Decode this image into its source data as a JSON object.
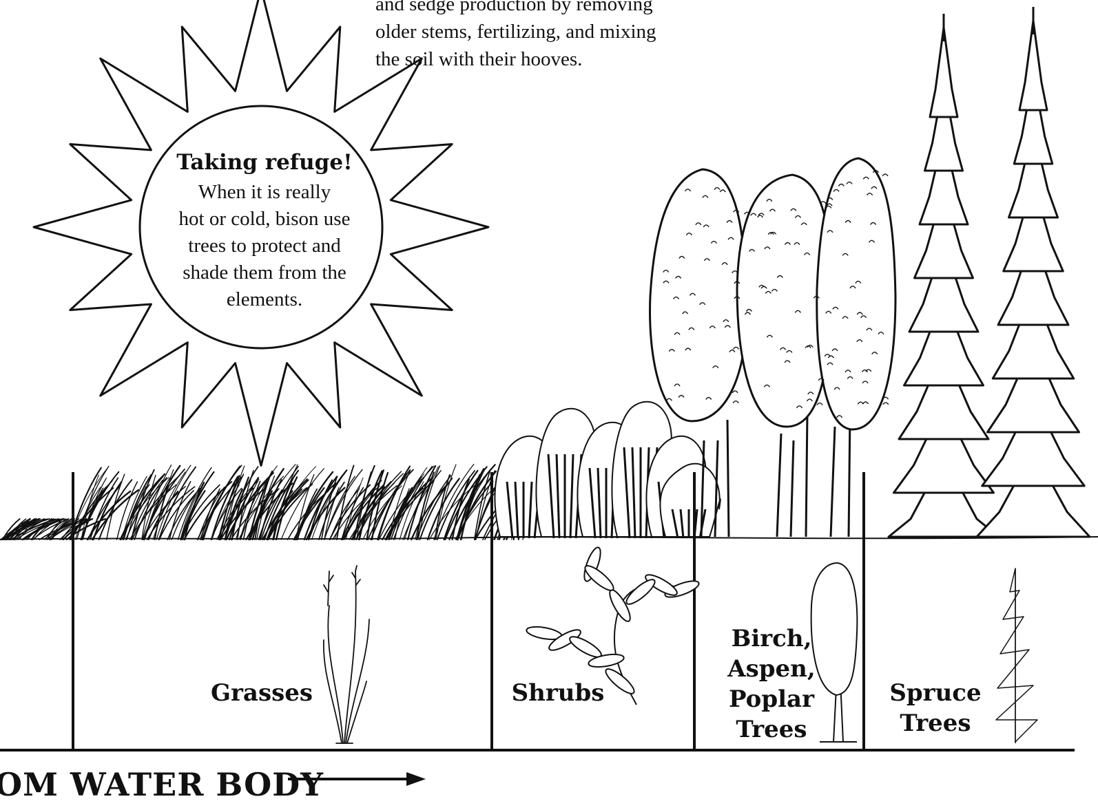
{
  "intro_text": {
    "lines": [
      "and sedge production by removing",
      "older stems, fertilizing, and mixing",
      "the soil with their hooves."
    ]
  },
  "sun_callout": {
    "heading": "Taking refuge!",
    "body_lines": [
      "When it is really",
      "hot or cold, bison use",
      "trees to protect and",
      "shade them from the",
      "elements."
    ]
  },
  "zones": [
    {
      "id": "grasses",
      "label_lines": [
        "Grasses"
      ],
      "icon": "grass-stalk-icon"
    },
    {
      "id": "shrubs",
      "label_lines": [
        "Shrubs"
      ],
      "icon": "willow-branch-icon"
    },
    {
      "id": "deciduous",
      "label_lines": [
        "Birch,",
        "Aspen,",
        "Poplar",
        "Trees"
      ],
      "icon": "deciduous-tree-icon"
    },
    {
      "id": "spruce",
      "label_lines": [
        "Spruce",
        "Trees"
      ],
      "icon": "spruce-tree-icon"
    }
  ],
  "axis": {
    "label": "OM WATER BODY",
    "arrow_icon": "right-arrow-icon"
  },
  "colors": {
    "ink": "#111111",
    "paper": "#ffffff"
  }
}
